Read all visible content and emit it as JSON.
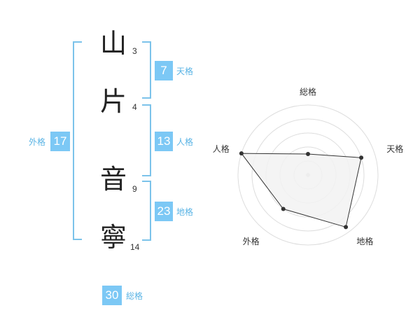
{
  "name": {
    "chars": [
      {
        "char": "山",
        "strokes": "3"
      },
      {
        "char": "片",
        "strokes": "4"
      },
      {
        "char": "音",
        "strokes": "9"
      },
      {
        "char": "寧",
        "strokes": "14"
      }
    ]
  },
  "fortunes": {
    "tenkaku": {
      "value": "7",
      "label": "天格"
    },
    "jinkaku": {
      "value": "13",
      "label": "人格"
    },
    "chikaku": {
      "value": "23",
      "label": "地格"
    },
    "gaikaku": {
      "value": "17",
      "label": "外格"
    },
    "soukaku": {
      "value": "30",
      "label": "総格"
    }
  },
  "colors": {
    "accent": "#7cc8f5",
    "bracket": "#7cc3ea",
    "label": "#5bb4e5",
    "radar_fill": "#f2f2f2",
    "radar_grid": "#dddddd",
    "radar_line": "#333333"
  },
  "radar": {
    "axes": [
      "総格",
      "天格",
      "地格",
      "外格",
      "人格"
    ],
    "levels": 5,
    "values": [
      0.3,
      0.8,
      0.92,
      0.6,
      1.0
    ]
  }
}
